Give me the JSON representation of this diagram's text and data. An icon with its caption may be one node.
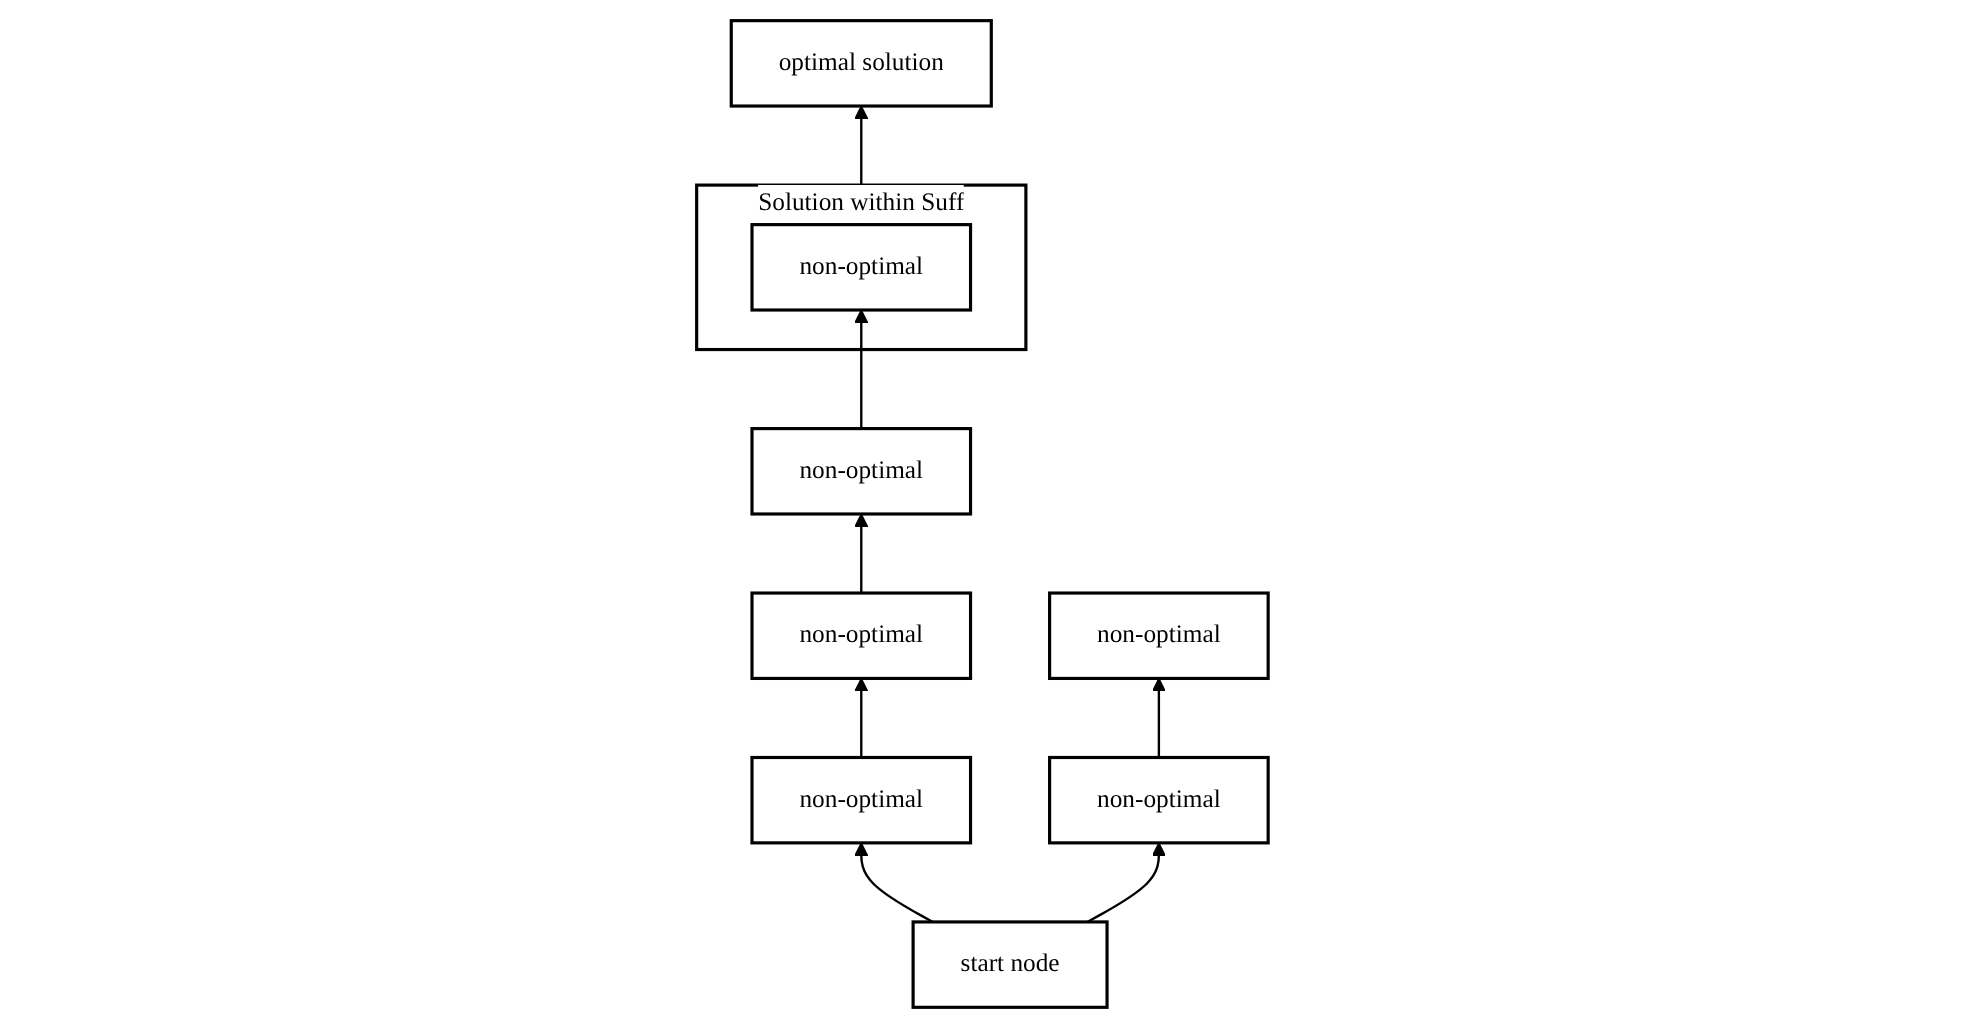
{
  "diagram": {
    "nodes": [
      {
        "text": [
          "optimal solution"
        ]
      },
      {
        "text": [
          "non-optimal"
        ]
      },
      {
        "text": [
          "non-optimal"
        ]
      },
      {
        "text": [
          "Solution within Suff"
        ]
      },
      {
        "text": [
          "non-optimal"
        ],
        "in": 3
      },
      {
        "text": [
          "start node"
        ]
      },
      {
        "text": [
          "non-optimal"
        ]
      },
      {
        "text": [
          "non-optimal"
        ]
      },
      {
        "text": [
          "non-optimal"
        ]
      }
    ],
    "edges": [
      {
        "from": 5,
        "to": 1,
        "arrow": "to"
      },
      {
        "from": 5,
        "to": 2,
        "arrow": "to"
      },
      {
        "from": 1,
        "to": 8,
        "arrow": "to"
      },
      {
        "from": 2,
        "to": 7,
        "arrow": "to"
      },
      {
        "from": 7,
        "to": 6,
        "arrow": "to"
      },
      {
        "from": 6,
        "to": 4,
        "arrow": "to"
      },
      {
        "from": 4,
        "to": 0,
        "arrow": "to"
      }
    ]
  }
}
